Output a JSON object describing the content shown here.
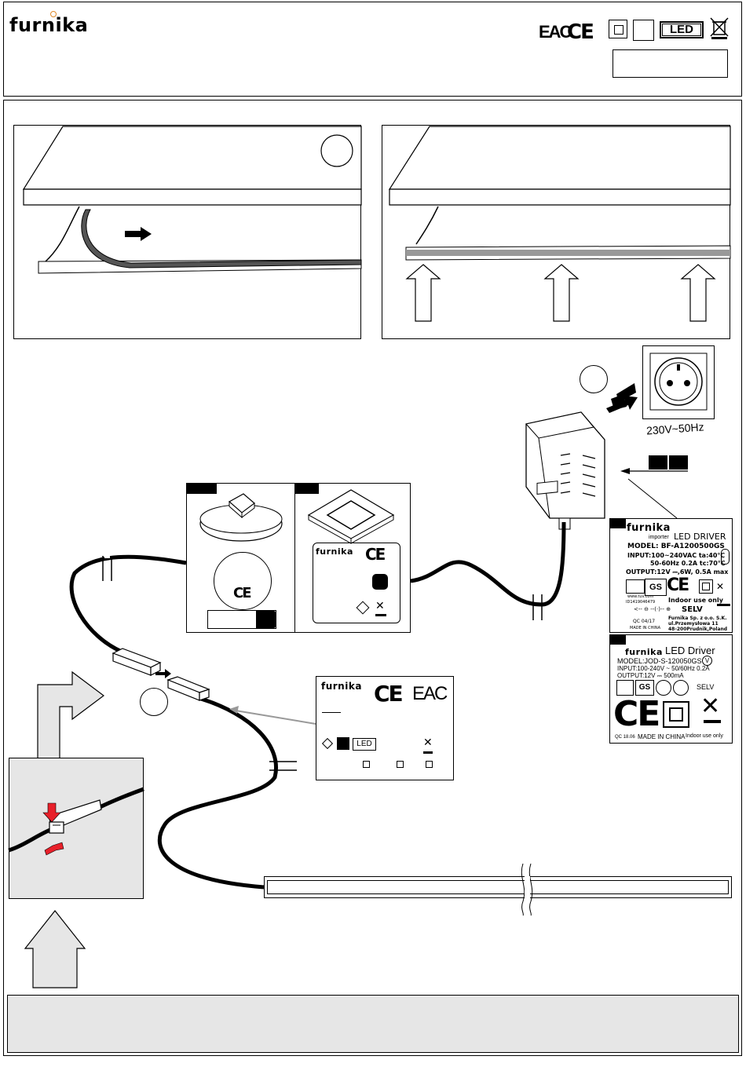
{
  "header": {
    "logo": "furnika",
    "marks": {
      "eac": "EAC",
      "ce": "CE",
      "led": "LED"
    }
  },
  "socket": {
    "voltage": "230V~50Hz"
  },
  "driver_label_1": {
    "logo": "furnika",
    "importer": "importer",
    "title": "LED DRIVER",
    "model": "MODEL: BF-A1200500GS",
    "input": "INPUT:100~240VAC ta:40℃",
    "freq": "50-60Hz 0.2A tc:70℃",
    "output": "OUTPUT:12V ⎓,6W, 0.5A max",
    "www": "www.tuv.com",
    "id": "ID1419046479",
    "indoor": "Indoor use only",
    "selv": "SELV",
    "qc": "QC 04/17",
    "made": "MADE IN CHINA",
    "address1": "Furnika Sp. z o.o. S.K.",
    "address2": "ul.Przemysłowa 11",
    "address3": "48-200Prudnik,Poland"
  },
  "driver_label_2": {
    "logo": "furnika",
    "title": "LED Driver",
    "model": "MODEL:JOD-S-120050GS",
    "input": "INPUT:100-240V ~ 50/60Hz 0.2A",
    "output": "OUTPUT:12V ⎓ 500mA",
    "selv": "SELV",
    "qc": "QC 18.06",
    "made": "MADE  IN  CHINA",
    "indoor": "Indoor use only"
  },
  "switch_label": {
    "logo": "furnika",
    "ce": "CE"
  },
  "strip_label": {
    "logo": "furnika",
    "ce": "CE",
    "eac": "EAC",
    "led": "LED"
  },
  "colors": {
    "panel_gray": "#e6e6e6",
    "strip_dark": "#555555",
    "arrow_red": "#e8202a"
  }
}
